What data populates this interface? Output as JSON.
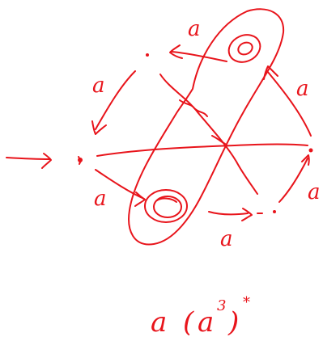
{
  "drawing": {
    "ink_color": "#e8141b",
    "background": "#ffffff"
  },
  "labels": {
    "top_edge": "a",
    "upper_left_edge": "a",
    "right_upper_edge": "a",
    "right_lower_edge": "a",
    "bottom_edge": "a",
    "lower_left_edge": "a"
  },
  "expression": {
    "base": "a",
    "open_paren": "(",
    "inner": "a",
    "exponent": "3",
    "close_paren": ")",
    "star": "*"
  }
}
